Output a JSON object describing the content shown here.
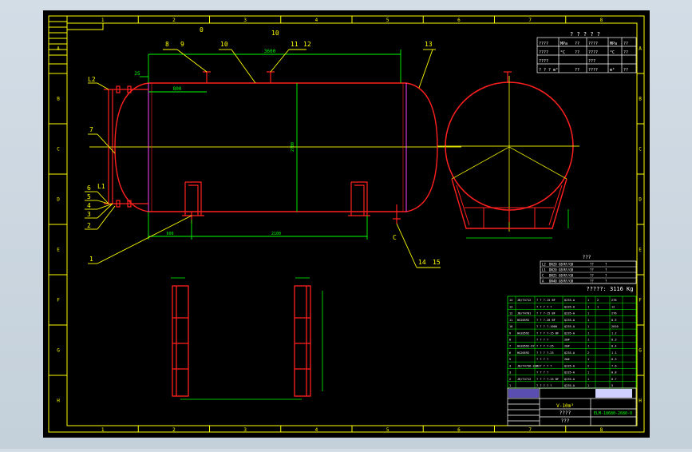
{
  "title_block": {
    "total_weight": "?????: 3116 Kg",
    "drawing_title": "V-10m³",
    "drawing_subtitle_1": "????",
    "drawing_subtitle_2": "???",
    "drawing_number": "ELM-18680-2680-0"
  },
  "part_labels": [
    "L2",
    "7",
    "6",
    "5",
    "4",
    "3",
    "2",
    "L1",
    "1",
    "8",
    "9",
    "10",
    "11",
    "12",
    "13",
    "14",
    "15",
    "C",
    "0",
    "10"
  ],
  "dimensions": {
    "overall_length": "2700",
    "shell_length": "3600",
    "nozzle_offset": "800",
    "flange_offset": "25",
    "left_support": "600",
    "support_spacing": "2100"
  },
  "grid_labels": {
    "top": [
      "1",
      "2",
      "3",
      "4",
      "5",
      "6",
      "7",
      "8"
    ],
    "side": [
      "A",
      "B",
      "C",
      "D",
      "E",
      "F",
      "G",
      "H"
    ]
  },
  "spec_table_header": "? ? ? ? ?",
  "spec_rows": [
    [
      "????",
      "MPa",
      "??",
      "????",
      "MPa",
      "??"
    ],
    [
      "????",
      "°C",
      "??",
      "????",
      "°C",
      "??"
    ],
    [
      "????",
      "",
      "",
      "???",
      "",
      ""
    ],
    [
      "? ? ? m³",
      "",
      "??",
      "????",
      "m³",
      "??"
    ]
  ],
  "nozzle_table_title": "???",
  "nozzle_rows": [
    [
      "L2",
      "DN20 GB",
      "RF/GB",
      "??",
      "?"
    ],
    [
      "L1",
      "DN20 GB",
      "RF/GB",
      "??",
      "?"
    ],
    [
      "C",
      "DN25 GB",
      "RF/GB",
      "??",
      "?"
    ],
    [
      "A",
      "DN40 GB",
      "RF/GB",
      "??",
      "?"
    ]
  ],
  "parts_rows": [
    [
      "14",
      "JB/T4712",
      "? ? ?-15 BF",
      "Q235-A",
      "1",
      "2",
      "278"
    ],
    [
      "13",
      "",
      "? ? ? ? ?",
      "Q235-A",
      "1",
      "1",
      "12"
    ],
    [
      "12",
      "JB/T4701",
      "? ? ?-15 BF",
      "Q235-A",
      "1",
      "",
      "276"
    ],
    [
      "11",
      "HG20592",
      "? ? ?-20 BF",
      "Q235-A",
      "1",
      "",
      "0.5"
    ],
    [
      "10",
      "",
      "? ? ? ?-1000",
      "Q235-A",
      "1",
      "",
      "2010"
    ],
    [
      "9",
      "HG20592",
      "? ? ? ?-15 BF",
      "Q235-A",
      "1",
      "",
      "1.2"
    ],
    [
      "8",
      "",
      "? ? ? ?",
      "20#",
      "1",
      "",
      "0.3"
    ],
    [
      "7",
      "HG20592-97",
      "? ? ? ?-25",
      "20#",
      "1",
      "",
      "0.4"
    ],
    [
      "6",
      "HG20592",
      "? ? ? ?-25",
      "Q235-A",
      "2",
      "",
      "1.1"
    ],
    [
      "5",
      "",
      "? ? ? ?",
      "20#",
      "1",
      "",
      "0.3"
    ],
    [
      "4",
      "JB/T4736-2002",
      "? ? ? ? ?",
      "Q235-A",
      "2",
      "",
      "7.6"
    ],
    [
      "3",
      "",
      "? ? ? ?",
      "Q235-A",
      "1",
      "",
      "0.8"
    ],
    [
      "2",
      "JB/T4712",
      "? ? ? ?-15 BF",
      "Q235-A",
      "1",
      "",
      "0.7"
    ],
    [
      "1",
      "",
      "? ? ? ? ?",
      "Q235-A",
      "1",
      "",
      "5"
    ]
  ],
  "colors": {
    "background": "#000000",
    "frame": "#ffff00",
    "vessel": "#ff2020",
    "dimension": "#00ff00",
    "centerline": "#e0e000",
    "accent": "#ff40ff",
    "table_text": "#ffffff"
  }
}
